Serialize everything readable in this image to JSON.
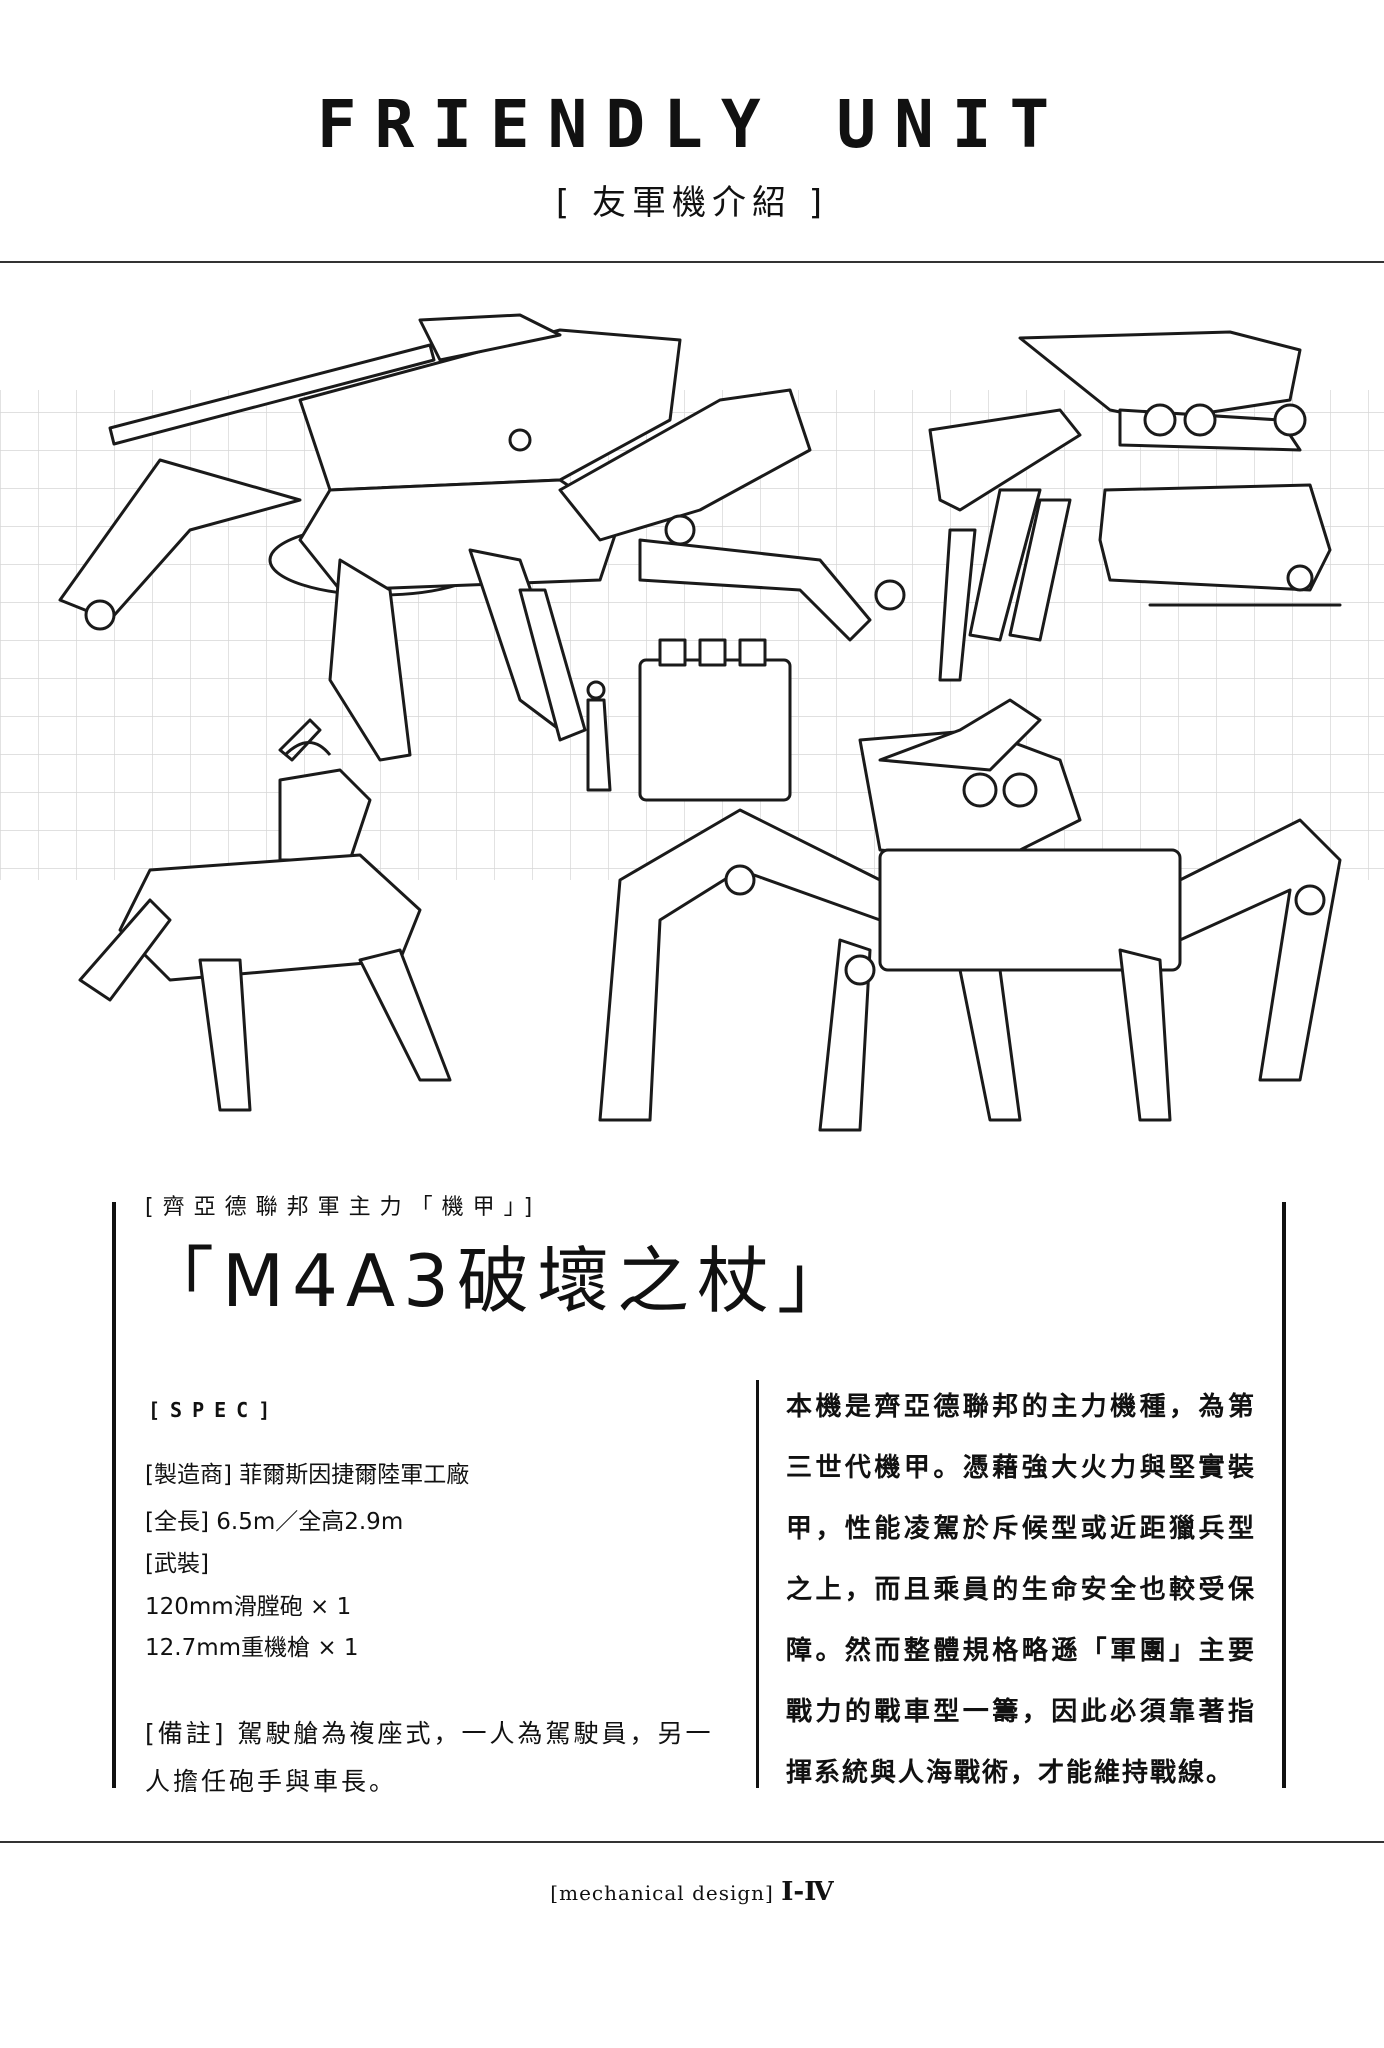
{
  "header": {
    "title": "FRIENDLY UNIT",
    "subtitle": "[ 友軍機介紹 ]"
  },
  "unit": {
    "faction_tag": "[齊亞德聯邦軍主力「機甲」]",
    "model_name": "「M4A3破壞之杖」"
  },
  "spec": {
    "heading": "[SPEC]",
    "lines": [
      "[製造商] 菲爾斯因捷爾陸軍工廠",
      "[全長] 6.5m／全高2.9m",
      "[武裝]",
      "120mm滑膛砲 × 1",
      "12.7mm重機槍 × 1"
    ],
    "remark": "[備註] 駕駛艙為複座式，一人為駕駛員，另一人擔任砲手與車長。"
  },
  "description": "本機是齊亞德聯邦的主力機種，為第三世代機甲。憑藉強大火力與堅實裝甲，性能凌駕於斥候型或近距獵兵型之上，而且乘員的生命安全也較受保障。然而整體規格略遜「軍團」主要戰力的戰車型一籌，因此必須靠著指揮系統與人海戰術，才能維持戰線。",
  "footer": {
    "label": "[mechanical design]",
    "page": "I-Ⅳ"
  },
  "colors": {
    "ink": "#111111",
    "grid": "#d8d8d8",
    "rule": "#333333"
  }
}
